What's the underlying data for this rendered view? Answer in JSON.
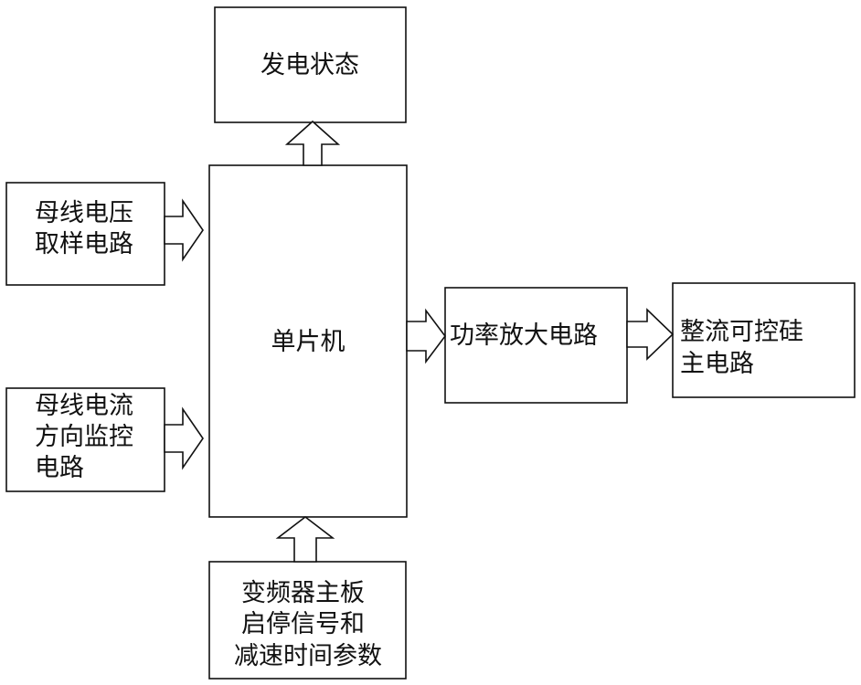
{
  "nodes": {
    "power_state": {
      "lines": [
        "发电状态"
      ]
    },
    "bus_voltage": {
      "lines": [
        "母线电压",
        "取样电路"
      ]
    },
    "bus_current": {
      "lines": [
        "母线电流",
        "方向监控",
        "电路"
      ]
    },
    "mcu": {
      "lines": [
        "单片机"
      ]
    },
    "power_amp": {
      "lines": [
        "功率放大电路"
      ]
    },
    "scr_main": {
      "lines": [
        "整流可控硅",
        "主电路"
      ]
    },
    "inverter_board": {
      "lines": [
        "变频器主板",
        "启停信号和",
        "减速时间参数"
      ]
    }
  },
  "edges": [
    {
      "from": "mcu",
      "to": "power_state"
    },
    {
      "from": "bus_voltage",
      "to": "mcu"
    },
    {
      "from": "bus_current",
      "to": "mcu"
    },
    {
      "from": "mcu",
      "to": "power_amp"
    },
    {
      "from": "power_amp",
      "to": "scr_main"
    },
    {
      "from": "inverter_board",
      "to": "mcu"
    }
  ]
}
